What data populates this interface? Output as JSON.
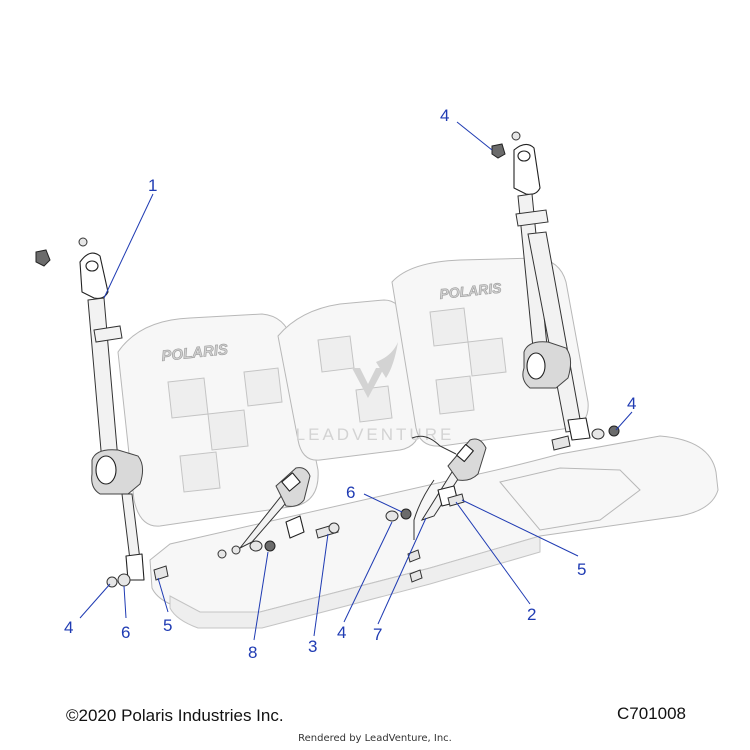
{
  "diagram": {
    "callouts": [
      "1",
      "2",
      "3",
      "4",
      "4",
      "4",
      "4",
      "5",
      "5",
      "6",
      "6",
      "7",
      "8"
    ],
    "seat_logo_left": "POLARIS",
    "seat_logo_right": "POLARIS",
    "watermark_text": "LEADVENTURE"
  },
  "footer": {
    "copyright": "©2020 Polaris Industries Inc.",
    "drawing_id": "C701008",
    "rendered_by": "Rendered by LeadVenture, Inc."
  }
}
